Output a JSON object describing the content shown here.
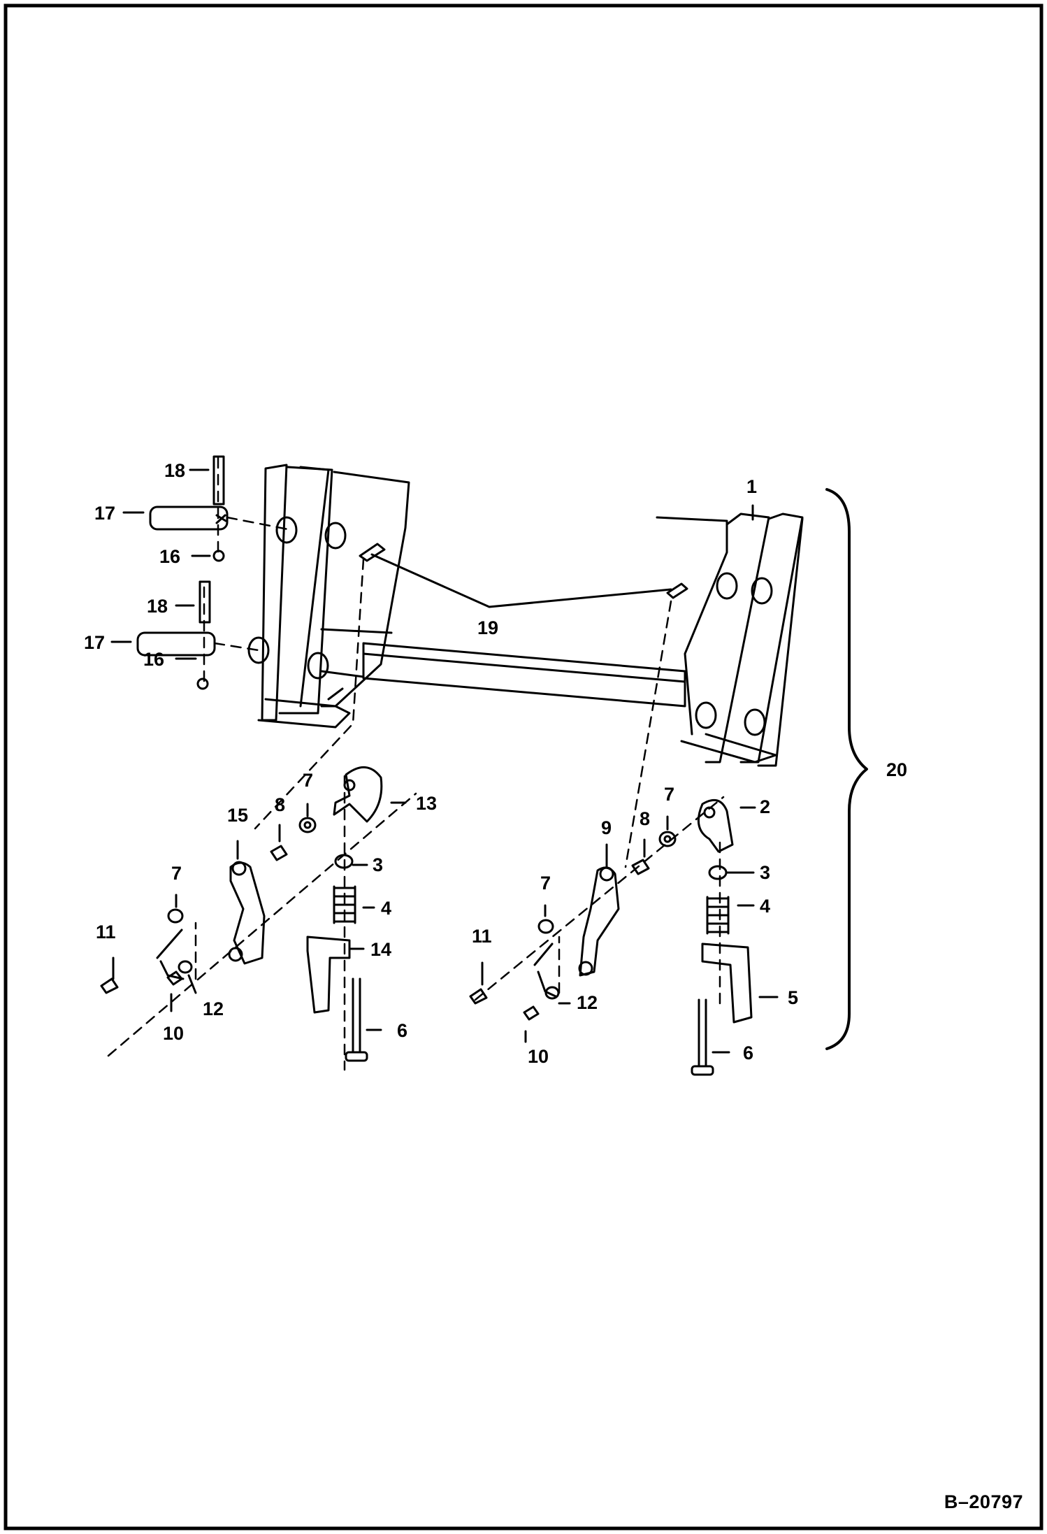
{
  "drawing": {
    "reference_code": "B–20797"
  },
  "callouts": [
    {
      "id": "c1",
      "label": "1"
    },
    {
      "id": "c2",
      "label": "2"
    },
    {
      "id": "c3a",
      "label": "3"
    },
    {
      "id": "c3b",
      "label": "3"
    },
    {
      "id": "c4a",
      "label": "4"
    },
    {
      "id": "c4b",
      "label": "4"
    },
    {
      "id": "c5",
      "label": "5"
    },
    {
      "id": "c6a",
      "label": "6"
    },
    {
      "id": "c6b",
      "label": "6"
    },
    {
      "id": "c7a",
      "label": "7"
    },
    {
      "id": "c7b",
      "label": "7"
    },
    {
      "id": "c7c",
      "label": "7"
    },
    {
      "id": "c7d",
      "label": "7"
    },
    {
      "id": "c8a",
      "label": "8"
    },
    {
      "id": "c8b",
      "label": "8"
    },
    {
      "id": "c9",
      "label": "9"
    },
    {
      "id": "c10a",
      "label": "10"
    },
    {
      "id": "c10b",
      "label": "10"
    },
    {
      "id": "c11a",
      "label": "11"
    },
    {
      "id": "c11b",
      "label": "11"
    },
    {
      "id": "c12a",
      "label": "12"
    },
    {
      "id": "c12b",
      "label": "12"
    },
    {
      "id": "c13",
      "label": "13"
    },
    {
      "id": "c14",
      "label": "14"
    },
    {
      "id": "c15",
      "label": "15"
    },
    {
      "id": "c16a",
      "label": "16"
    },
    {
      "id": "c16b",
      "label": "16"
    },
    {
      "id": "c17a",
      "label": "17"
    },
    {
      "id": "c17b",
      "label": "17"
    },
    {
      "id": "c18a",
      "label": "18"
    },
    {
      "id": "c18b",
      "label": "18"
    },
    {
      "id": "c19",
      "label": "19"
    },
    {
      "id": "c20",
      "label": "20"
    }
  ]
}
